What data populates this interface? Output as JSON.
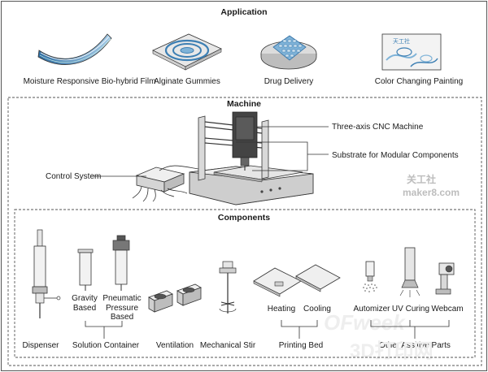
{
  "sections": {
    "application": "Application",
    "machine": "Machine",
    "components": "Components"
  },
  "application_items": [
    "Moisture Responsive Bio-hybrid Film",
    "Alginate Gummies",
    "Drug Delivery",
    "Color Changing Painting"
  ],
  "machine_labels": {
    "control_system": "Control System",
    "cnc": "Three-axis CNC Machine",
    "substrate": "Substrate for Modular Components"
  },
  "components_labels": {
    "dispenser": "Dispenser",
    "gravity": "Gravity\nBased",
    "pneumatic": "Pneumatic\nPressure\nBased",
    "solution_container": "Solution Container",
    "ventilation": "Ventilation",
    "mechanical_stir": "Mechanical Stir",
    "heating": "Heating",
    "cooling": "Cooling",
    "printing_bed": "Printing Bed",
    "automizer": "Automizer",
    "uv_curing": "UV Curing",
    "webcam": "Webcam",
    "other_parts": "Other Assitive Parts"
  },
  "watermarks": {
    "maker_cn": "关工社",
    "maker_url": "maker8.com",
    "ofweek": "OFweek",
    "printing3d": "3D打印网"
  },
  "colors": {
    "line": "#333333",
    "dash": "#555555",
    "blue_light": "#cfe3f1",
    "blue_mid": "#7fb3d8",
    "blue_dark": "#3d7fb3",
    "metal": "#d9d9d9",
    "metal_dark": "#8c8c8c",
    "watermark": "#e6e6e6"
  }
}
